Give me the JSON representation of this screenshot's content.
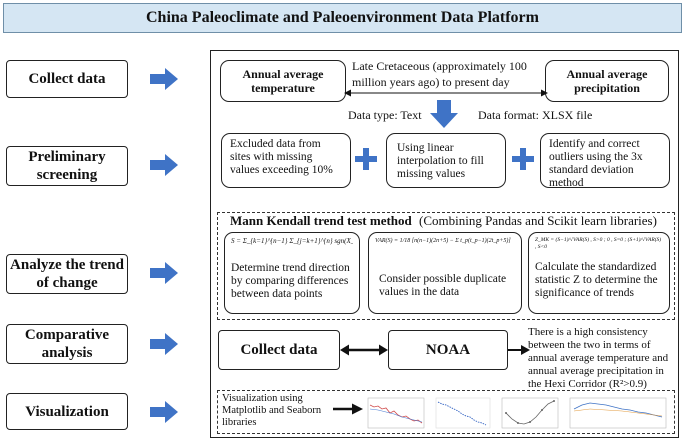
{
  "header": {
    "title": "China Paleoclimate and Paleoenvironment Data Platform"
  },
  "stages": [
    {
      "label": "Collect data"
    },
    {
      "label": "Preliminary screening"
    },
    {
      "label": "Analyze the trend of change"
    },
    {
      "label": "Comparative analysis"
    },
    {
      "label": "Visualization"
    }
  ],
  "collect": {
    "temp_label": "Annual average temperature",
    "precip_label": "Annual average precipitation",
    "period": "Late Cretaceous (approximately 100 million years ago) to present day",
    "data_type": "Data type: Text",
    "data_format": "Data format: XLSX file"
  },
  "screening": {
    "step1": "Excluded data from sites with missing values exceeding 10%",
    "step2": "Using linear interpolation to fill missing values",
    "step3": "Identify and correct outliers using the 3x standard deviation method"
  },
  "trend": {
    "title_bold": "Mann Kendall trend test method",
    "title_note": "(Combining Pandas and Scikit learn libraries)",
    "formula1": "S = Σ_{k=1}^{n−1} Σ_{j=k+1}^{n} sgn(X_j − X_k)",
    "desc1": "Determine trend direction by comparing differences between data points",
    "formula2": "VAR(S) = 1/18 [n(n−1)(2n+5) − Σ t_p(t_p−1)(2t_p+5)]",
    "desc2": "Consider possible duplicate values in the data",
    "formula3": "Z_MK = (S−1)/√VAR(S) , S>0 ; 0 , S=0 ; (S+1)/√VAR(S) , S<0",
    "desc3": "Calculate the standardized statistic Z to determine the significance of trends"
  },
  "comparative": {
    "collect_label": "Collect data",
    "noaa_label": "NOAA",
    "conclusion": "There is a high consistency between the two in terms of annual average temperature and annual average precipitation in the Hexi Corridor (R²>0.9)"
  },
  "visualization": {
    "text": "Visualization using Matplotlib and Seaborn libraries"
  },
  "colors": {
    "arrow": "#3f73c6",
    "header_bg": "#d5e6f3",
    "plus": "#3f73c6"
  }
}
